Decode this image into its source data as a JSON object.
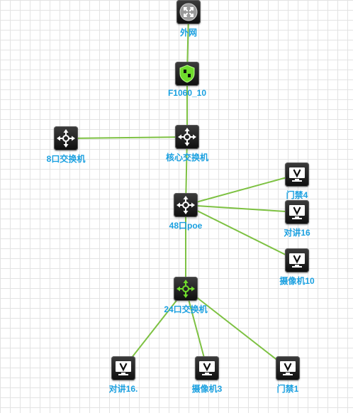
{
  "colors": {
    "link": "#7dc142",
    "label": "#1aa0e0",
    "accent": "#6fdc2c"
  },
  "nodes": [
    {
      "id": "internet",
      "name": "外网",
      "icon": "router-icon"
    },
    {
      "id": "firewall",
      "name": "F1060_10",
      "icon": "firewall-icon"
    },
    {
      "id": "switch8",
      "name": "8口交换机",
      "icon": "switch-icon"
    },
    {
      "id": "core",
      "name": "核心交换机",
      "icon": "switch-icon"
    },
    {
      "id": "door4",
      "name": "门禁4",
      "icon": "terminal-icon"
    },
    {
      "id": "poe48",
      "name": "48口poe",
      "icon": "switch-icon"
    },
    {
      "id": "intercom16",
      "name": "对讲16",
      "icon": "terminal-icon"
    },
    {
      "id": "camera10",
      "name": "摄像机10",
      "icon": "terminal-icon"
    },
    {
      "id": "switch24",
      "name": "24口交换机",
      "icon": "switch-icon-active"
    },
    {
      "id": "intercom16b",
      "name": "对讲16.",
      "icon": "terminal-icon"
    },
    {
      "id": "camera3",
      "name": "摄像机3",
      "icon": "terminal-icon"
    },
    {
      "id": "door1",
      "name": "门禁1",
      "icon": "terminal-icon"
    }
  ],
  "links": [
    [
      "internet",
      "firewall"
    ],
    [
      "firewall",
      "core"
    ],
    [
      "switch8",
      "core"
    ],
    [
      "core",
      "poe48"
    ],
    [
      "poe48",
      "door4"
    ],
    [
      "poe48",
      "intercom16"
    ],
    [
      "poe48",
      "camera10"
    ],
    [
      "poe48",
      "switch24"
    ],
    [
      "switch24",
      "intercom16b"
    ],
    [
      "switch24",
      "camera3"
    ],
    [
      "switch24",
      "door1"
    ]
  ]
}
